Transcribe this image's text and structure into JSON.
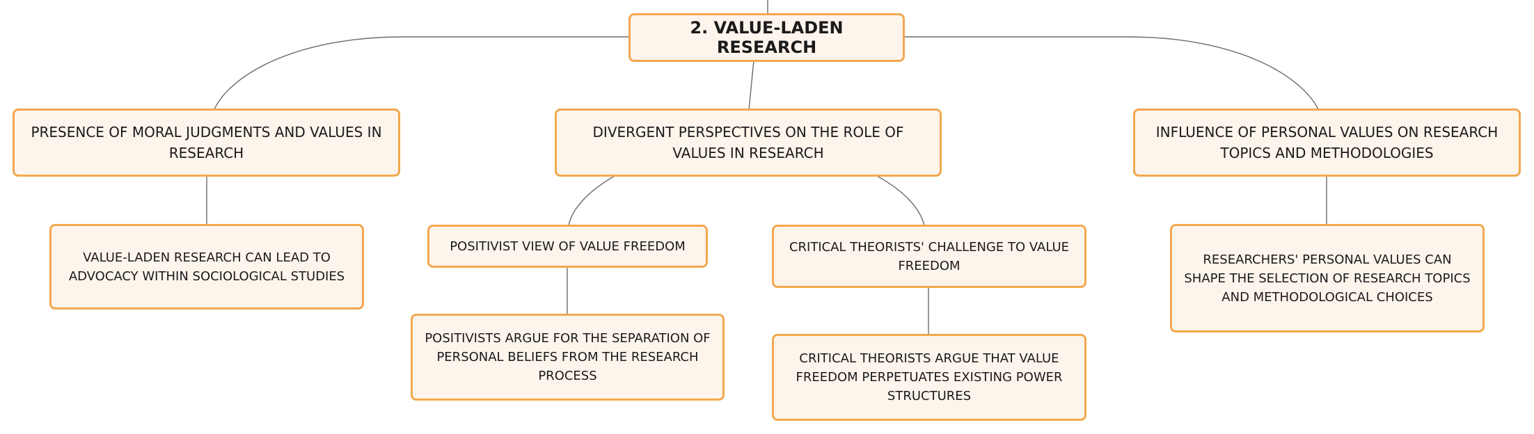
{
  "root": {
    "label": "2. VALUE-LADEN RESEARCH"
  },
  "branches": [
    {
      "label": "PRESENCE OF MORAL JUDGMENTS AND VALUES IN RESEARCH",
      "children": [
        {
          "label": "VALUE-LADEN RESEARCH CAN LEAD TO ADVOCACY WITHIN SOCIOLOGICAL STUDIES"
        }
      ]
    },
    {
      "label": "DIVERGENT PERSPECTIVES ON THE ROLE OF VALUES IN RESEARCH",
      "children": [
        {
          "label": "POSITIVIST VIEW OF VALUE FREEDOM",
          "children": [
            {
              "label": "POSITIVISTS ARGUE FOR THE SEPARATION OF PERSONAL BELIEFS FROM THE RESEARCH PROCESS"
            }
          ]
        },
        {
          "label": "CRITICAL THEORISTS' CHALLENGE TO VALUE FREEDOM",
          "children": [
            {
              "label": "CRITICAL THEORISTS ARGUE THAT VALUE FREEDOM PERPETUATES EXISTING POWER STRUCTURES"
            }
          ]
        }
      ]
    },
    {
      "label": "INFLUENCE OF PERSONAL VALUES ON RESEARCH TOPICS AND METHODOLOGIES",
      "children": [
        {
          "label": "RESEARCHERS' PERSONAL VALUES CAN SHAPE THE SELECTION OF RESEARCH TOPICS AND METHODOLOGICAL CHOICES"
        }
      ]
    }
  ],
  "colors": {
    "node_fill": "#fdf4ec",
    "node_border": "#f2a84e",
    "connector": "#6b6b6b"
  }
}
